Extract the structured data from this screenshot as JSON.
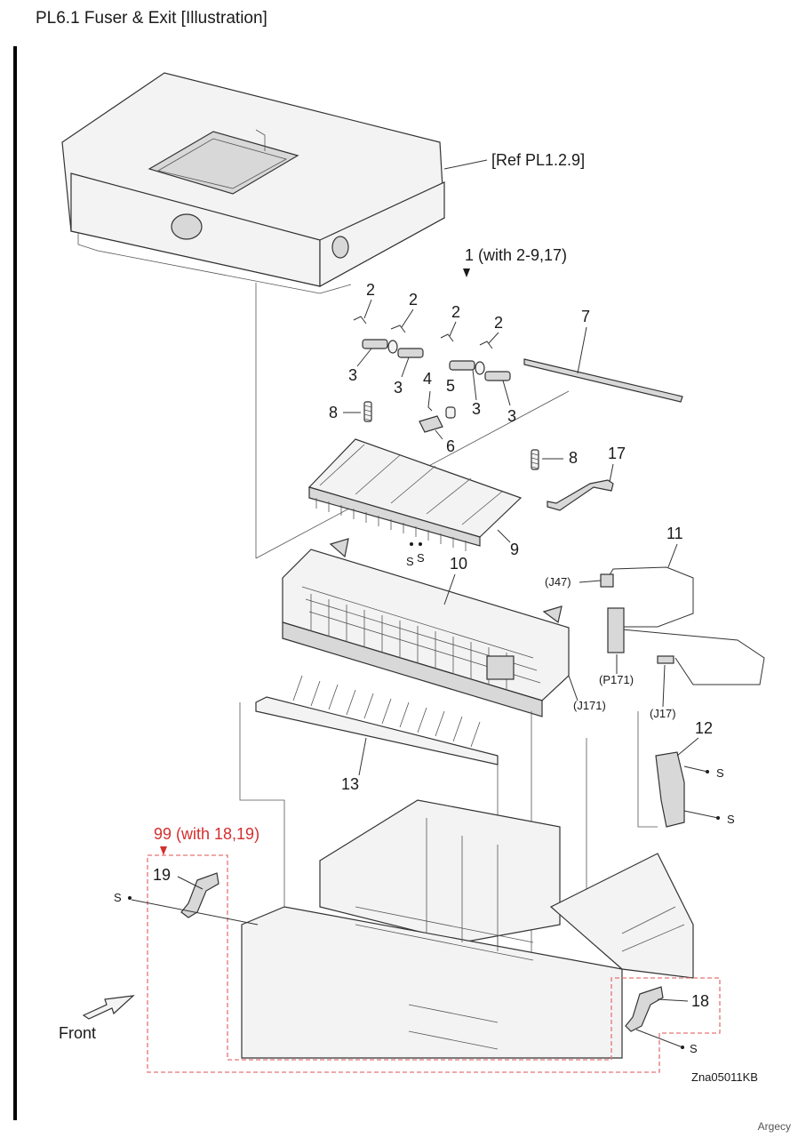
{
  "page": {
    "title": "PL6.1 Fuser & Exit  [Illustration]",
    "figure_id": "Zna05011KB",
    "watermark": "Argecy"
  },
  "callouts": {
    "ref_cover": "[Ref PL1.2.9]",
    "assembly_1": "1 (with 2-9,17)",
    "part_2": "2",
    "part_3": "3",
    "part_4": "4",
    "part_5": "5",
    "part_6": "6",
    "part_7": "7",
    "part_8": "8",
    "part_9": "9",
    "part_10": "10",
    "part_11": "11",
    "part_12": "12",
    "part_13": "13",
    "part_17": "17",
    "part_18": "18",
    "part_19": "19",
    "assembly_99": "99 (with 18,19)",
    "screw": "S",
    "front": "Front"
  },
  "connectors": {
    "j47": "(J47)",
    "p171": "(P171)",
    "j171": "(J171)",
    "j17": "(J17)"
  },
  "colors": {
    "ink": "#1a1a1a",
    "assembly_99_highlight": "#d32f2f"
  }
}
